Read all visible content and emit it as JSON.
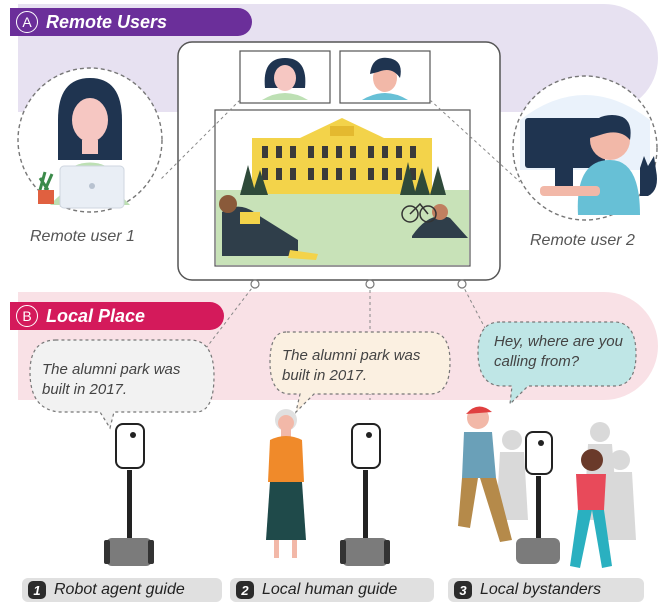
{
  "section_a": {
    "letter": "A",
    "title": "Remote Users"
  },
  "section_b": {
    "letter": "B",
    "title": "Local Place"
  },
  "remote_users": {
    "user1": "Remote user 1",
    "user2": "Remote user 2"
  },
  "bubbles": {
    "robot": "The alumni park was built in 2017.",
    "human": "The alumni park was built in 2017.",
    "bystander": "Hey, where are you calling from?"
  },
  "panels": [
    {
      "number": "1",
      "label": "Robot agent guide"
    },
    {
      "number": "2",
      "label": "Local human guide"
    },
    {
      "number": "3",
      "label": "Local bystanders"
    }
  ],
  "colors": {
    "section_a_band": "#e7e1f1",
    "section_a_tag": "#6b2f9a",
    "section_b_band": "#f9e1e6",
    "section_b_tag": "#d41a5b",
    "bubble_grey": "#f2f2f2",
    "bubble_cream": "#fbf0e1",
    "bubble_teal": "#bfe6e6"
  }
}
